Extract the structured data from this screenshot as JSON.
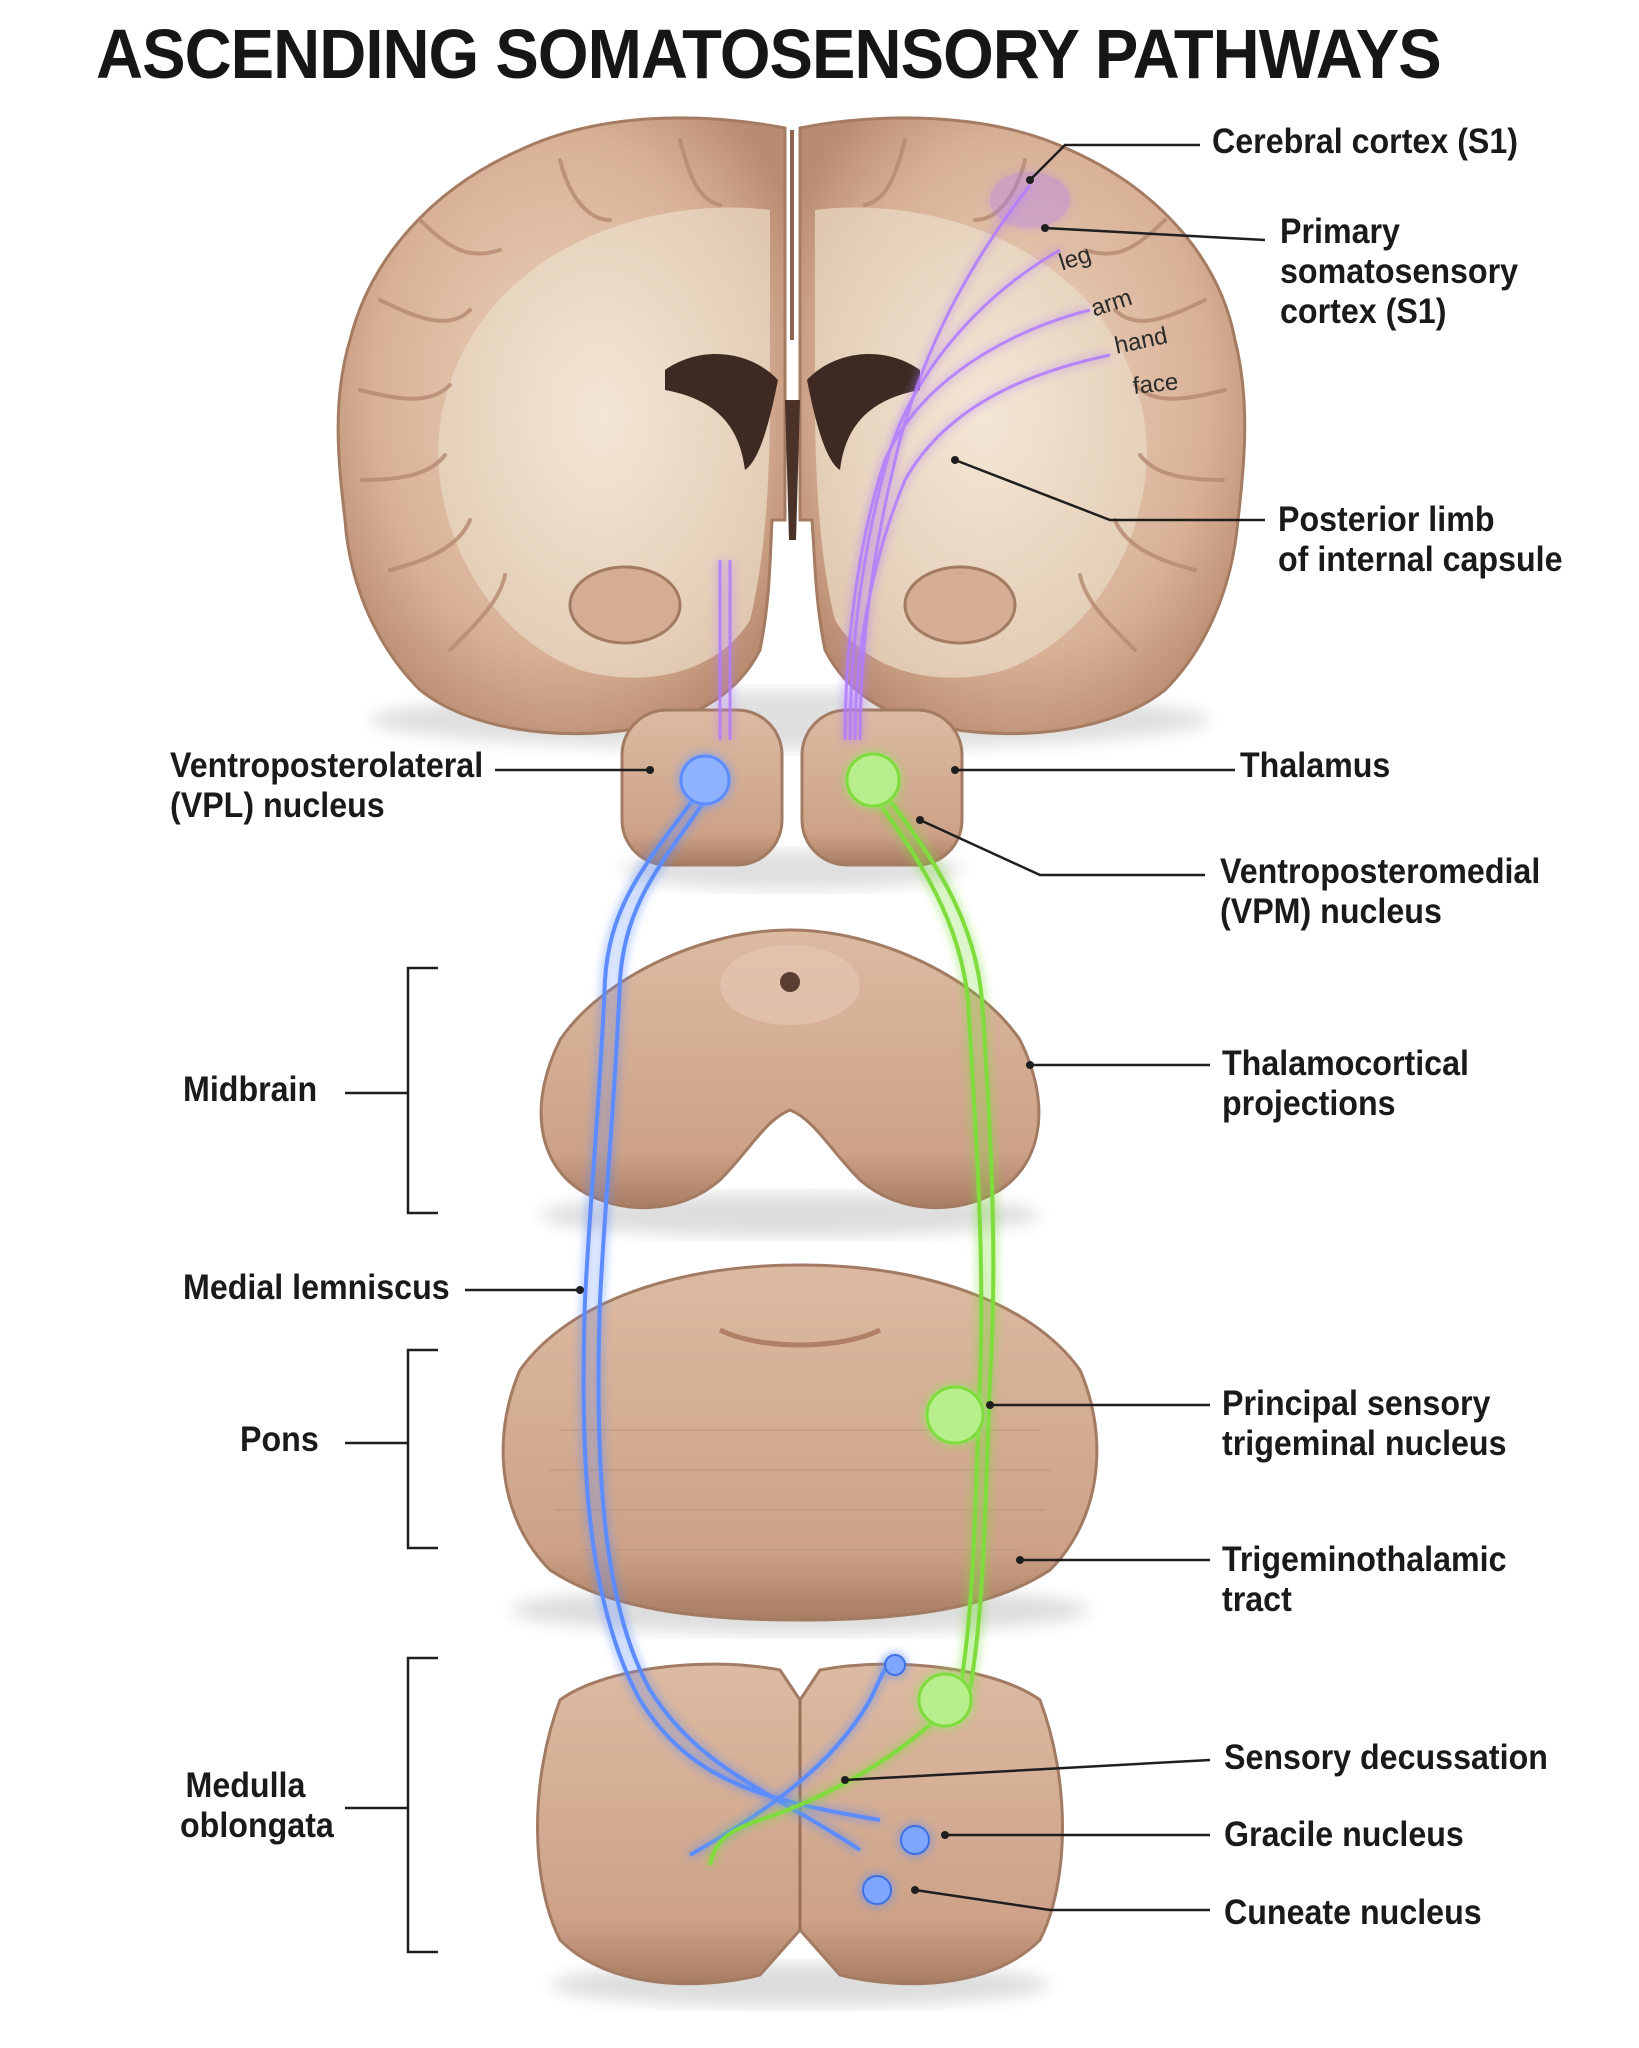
{
  "title": "ASCENDING SOMATOSENSORY PATHWAYS",
  "labels": {
    "cerebral_cortex": "Cerebral cortex (S1)",
    "primary_somatosensory": [
      "Primary",
      "somatosensory",
      "cortex (S1)"
    ],
    "posterior_limb": [
      "Posterior limb",
      "of internal capsule"
    ],
    "thalamus": "Thalamus",
    "vpl_nucleus": [
      "Ventroposterolateral",
      "(VPL) nucleus"
    ],
    "vpm_nucleus": [
      "Ventroposteromedial",
      "(VPM) nucleus"
    ],
    "midbrain": "Midbrain",
    "thalamocortical": [
      "Thalamocortical",
      "projections"
    ],
    "medial_lemniscus": "Medial lemniscus",
    "pons": "Pons",
    "principal_sensory": [
      "Principal sensory",
      "trigeminal nucleus"
    ],
    "trigeminothalamic": [
      "Trigeminothalamic",
      "tract"
    ],
    "medulla": [
      "Medulla",
      "oblongata"
    ],
    "sensory_decussation": "Sensory decussation",
    "gracile_nucleus": "Gracile nucleus",
    "cuneate_nucleus": "Cuneate nucleus"
  },
  "somatotopy": [
    "leg",
    "arm",
    "hand",
    "face"
  ],
  "colors": {
    "tissue": "#d9b59c",
    "tissue_dark": "#b98d72",
    "white_matter": "#efe0cc",
    "medial_lemniscus_pathway": "#5b8cff",
    "trigeminal_pathway": "#7fdc3c",
    "cortical_projection": "#b27cff",
    "text": "#1a1a1a"
  }
}
